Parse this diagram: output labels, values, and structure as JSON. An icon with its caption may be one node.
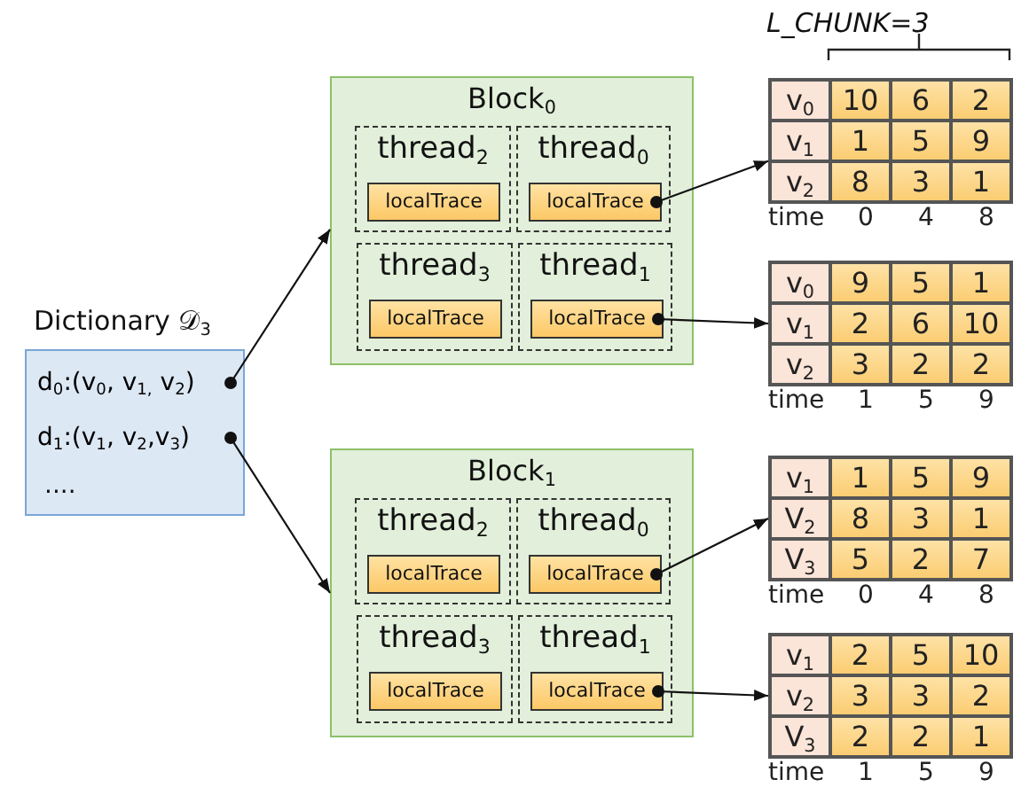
{
  "diagram": {
    "nodes": [
      {
        "text": [
          "Dictionary 𝒟$_{3}$",
          "...."
        ]
      },
      {
        "text": [
          "d$_{0}$:(v$_{0}$, v$_{1,}$ v$_{2}$)"
        ],
        "in": 0
      },
      {
        "text": [
          "d$_{1}$:(v$_{1}$, v$_{2}$,v$_{3}$)"
        ],
        "in": 0
      },
      {
        "text": [
          "Block$_{0}$"
        ]
      },
      {
        "text": [
          "thread$_{2}$"
        ],
        "in": 3
      },
      {
        "text": [
          "localTrace"
        ],
        "in": 4
      },
      {
        "text": [
          "thread$_{0}$"
        ],
        "in": 3
      },
      {
        "text": [
          "localTrace"
        ],
        "in": 6
      },
      {
        "text": [
          "thread$_{3}$"
        ],
        "in": 3
      },
      {
        "text": [
          "localTrace"
        ],
        "in": 8
      },
      {
        "text": [
          "thread$_{1}$"
        ],
        "in": 3
      },
      {
        "text": [
          "localTrace"
        ],
        "in": 10
      },
      {
        "text": [
          "Block$_{1}$"
        ]
      },
      {
        "text": [
          "thread$_{2}$"
        ],
        "in": 12
      },
      {
        "text": [
          "localTrace"
        ],
        "in": 13
      },
      {
        "text": [
          "thread$_{0}$"
        ],
        "in": 12
      },
      {
        "text": [
          "localTrace"
        ],
        "in": 15
      },
      {
        "text": [
          "thread$_{3}$"
        ],
        "in": 12
      },
      {
        "text": [
          "localTrace"
        ],
        "in": 17
      },
      {
        "text": [
          "thread$_{1}$"
        ],
        "in": 12
      },
      {
        "text": [
          "localTrace"
        ],
        "in": 19
      },
      {
        "text": [
          "v$_{0}$",
          "10",
          "6",
          "2",
          "v$_{1}$",
          "1",
          "5",
          "9",
          "v$_{2}$",
          "8",
          "3",
          "1"
        ],
        "beside": [
          "time",
          "0",
          "4",
          "8"
        ]
      },
      {
        "text": [
          "v$_{0}$",
          "9",
          "5",
          "1",
          "v$_{1}$",
          "2",
          "6",
          "10",
          "v$_{2}$",
          "3",
          "2",
          "2"
        ],
        "beside": [
          "time",
          "1",
          "5",
          "9"
        ]
      },
      {
        "text": [
          "v$_{1}$",
          "1",
          "5",
          "9",
          "V$_{2}$",
          "8",
          "3",
          "1",
          "V$_{3}$",
          "5",
          "2",
          "7"
        ],
        "beside": [
          "time",
          "0",
          "4",
          "8"
        ]
      },
      {
        "text": [
          "v$_{1}$",
          "2",
          "5",
          "10",
          "v$_{2}$",
          "3",
          "3",
          "2",
          "V$_{3}$",
          "2",
          "2",
          "1"
        ],
        "beside": [
          "time",
          "1",
          "5",
          "9"
        ]
      }
    ],
    "edges": [
      {
        "from": 1,
        "to": 3,
        "arrow": "to"
      },
      {
        "from": 2,
        "to": 12,
        "arrow": "to"
      },
      {
        "from": 7,
        "to": 21,
        "arrow": "to"
      },
      {
        "from": 11,
        "to": 22,
        "arrow": "to"
      },
      {
        "from": 16,
        "to": 23,
        "arrow": "to"
      },
      {
        "from": 20,
        "to": 24,
        "arrow": "to"
      }
    ],
    "labels": [
      "L_CHUNK=3"
    ]
  }
}
